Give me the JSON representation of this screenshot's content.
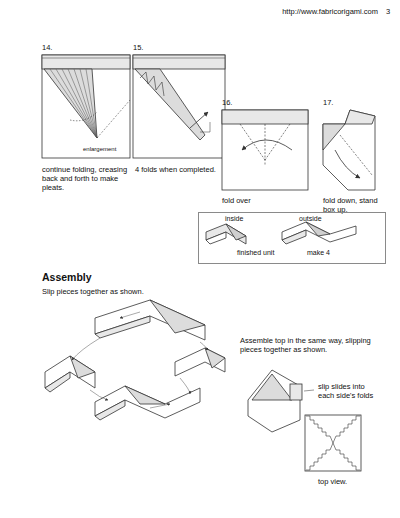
{
  "diagram": {
    "title": "Assembly",
    "nodes": [
      {
        "text": [
          "inside",
          "outside",
          "finished unit",
          "make 4"
        ]
      }
    ],
    "labels": [
      "http://www.fabricorigami.com",
      "3",
      "14.",
      "15.",
      "16.",
      "17.",
      "enlargement",
      "continue folding, creasing back and forth to make pleats.",
      "4 folds when completed.",
      "fold over",
      "fold down, stand box up.",
      "Slip pieces together as shown.",
      "Assemble top in the same way, slipping pieces together as shown.",
      "slip slides into each side's folds",
      "top view."
    ]
  }
}
